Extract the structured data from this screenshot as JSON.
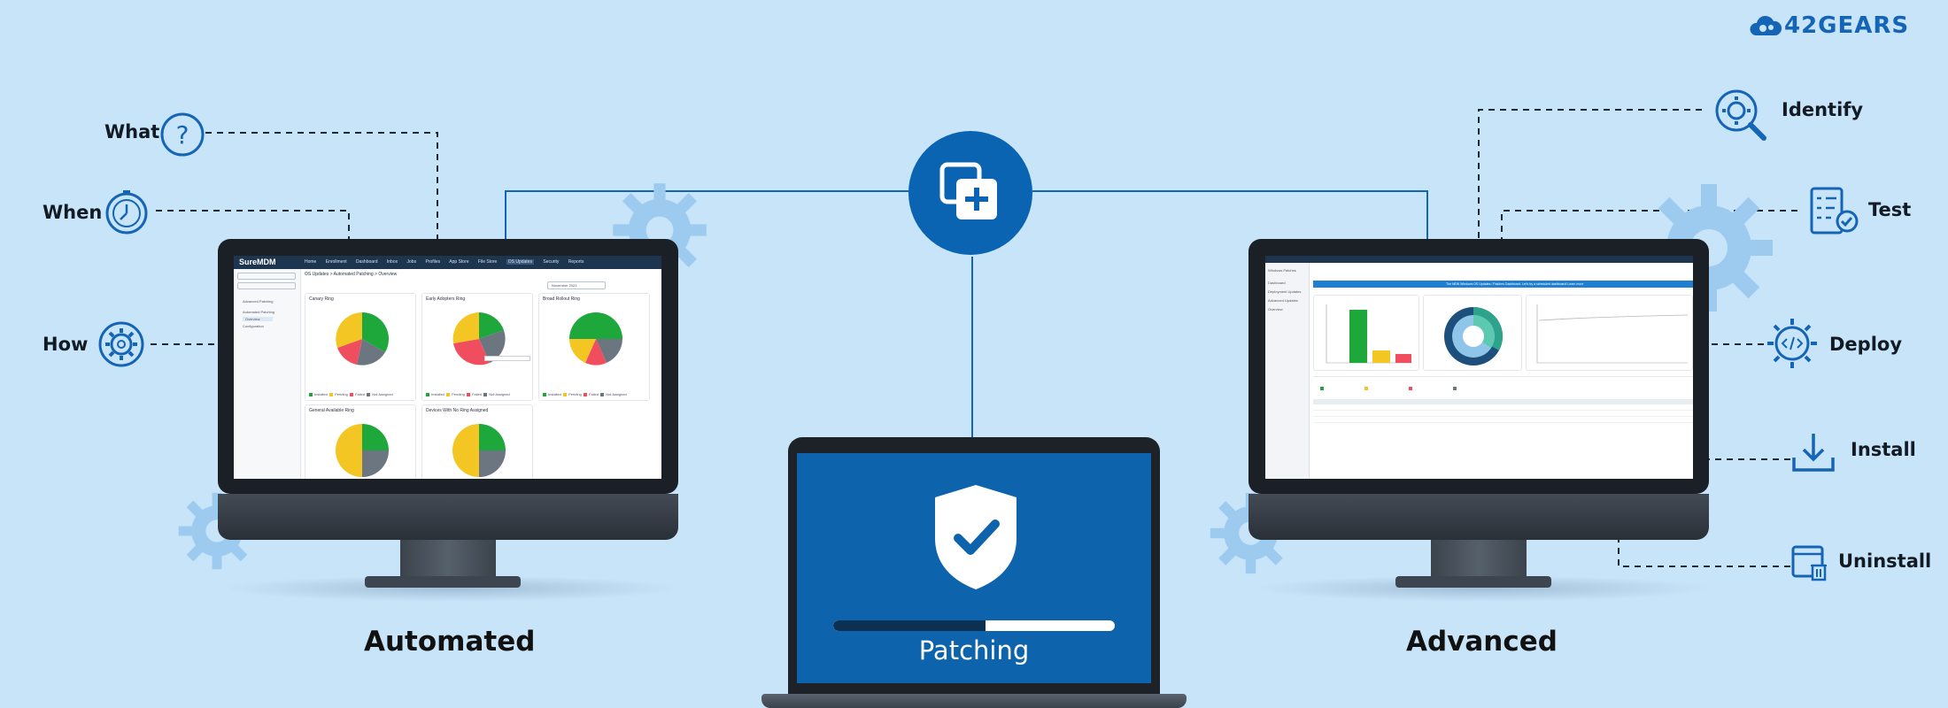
{
  "brand": {
    "logo_text": "42GEARS",
    "accent": "#1565b6"
  },
  "left_labels": [
    {
      "label": "What",
      "icon": "question-icon"
    },
    {
      "label": "When",
      "icon": "clock-icon"
    },
    {
      "label": "How",
      "icon": "gear-icon"
    }
  ],
  "right_labels": [
    {
      "label": "Identify",
      "icon": "magnifier-gear-icon"
    },
    {
      "label": "Test",
      "icon": "checklist-icon"
    },
    {
      "label": "Deploy",
      "icon": "code-gear-icon"
    },
    {
      "label": "Install",
      "icon": "download-icon"
    },
    {
      "label": "Uninstall",
      "icon": "window-trash-icon"
    }
  ],
  "center": {
    "icon": "patch-plus-icon",
    "patch_label": "Patching",
    "progress": 0.54
  },
  "captions": {
    "left": "Automated",
    "right": "Advanced"
  },
  "suremdm": {
    "brand": "SureMDM",
    "nav": [
      "Home",
      "Enrollment",
      "Dashboard",
      "Inbox",
      "Jobs",
      "Profiles",
      "App Store",
      "File Store",
      "OS Updates",
      "Security",
      "Reports"
    ],
    "breadcrumb": "OS Updates > Automated Patching > Overview",
    "sidebar": [
      "Advanced Patching",
      "Automated Patching",
      "Overview",
      "Configuration"
    ],
    "date_select": "November 2023",
    "cards": [
      {
        "title": "Canary Ring"
      },
      {
        "title": "Early Adopters Ring"
      },
      {
        "title": "Broad Rollout Ring"
      },
      {
        "title": "General Available Ring"
      },
      {
        "title": "Devices With No Ring Assigned"
      }
    ],
    "legend": [
      "Installed",
      "Pending",
      "Failed",
      "Not Assigned"
    ],
    "colors": {
      "green": "#1ea83c",
      "yellow": "#f4c623",
      "red": "#f04e5e",
      "grey": "#6b7680"
    }
  },
  "advanced": {
    "banner": "The NEW Windows OS Updates / Patches Dashboard. Let's try a scheduled dashboard! Learn more",
    "sidebar": [
      "Windows Patches",
      "Dashboard",
      "Deployment Updates",
      "Advanced Updates",
      "Overview"
    ]
  }
}
